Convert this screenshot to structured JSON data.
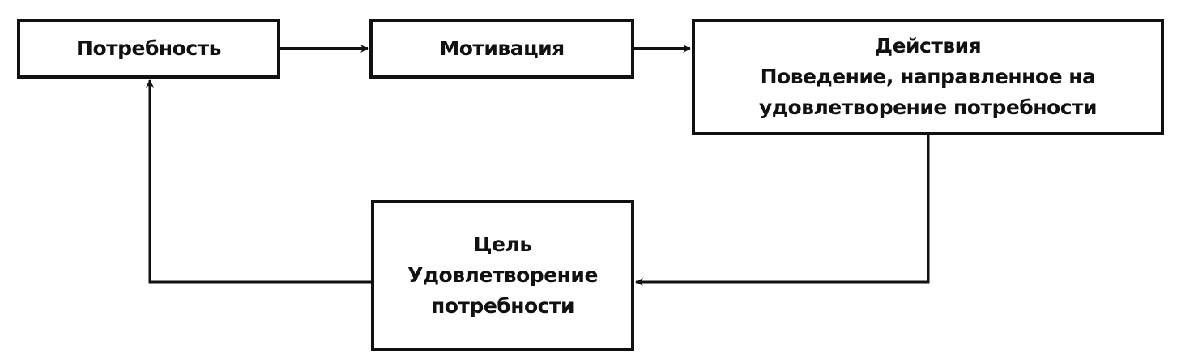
{
  "nodes": {
    "need": {
      "label": "Потребность"
    },
    "motivation": {
      "label": "Мотивация"
    },
    "actions": {
      "title": "Действия",
      "line1": "Поведение, направленное на",
      "line2": "удовлетворение потребности"
    },
    "goal": {
      "title": "Цель",
      "line1": "Удовлетворение",
      "line2": "потребности"
    }
  },
  "edges": [
    {
      "from": "need",
      "to": "motivation"
    },
    {
      "from": "motivation",
      "to": "actions"
    },
    {
      "from": "actions",
      "to": "goal"
    },
    {
      "from": "goal",
      "to": "need"
    }
  ],
  "colors": {
    "stroke": "#111111",
    "background": "#ffffff"
  }
}
